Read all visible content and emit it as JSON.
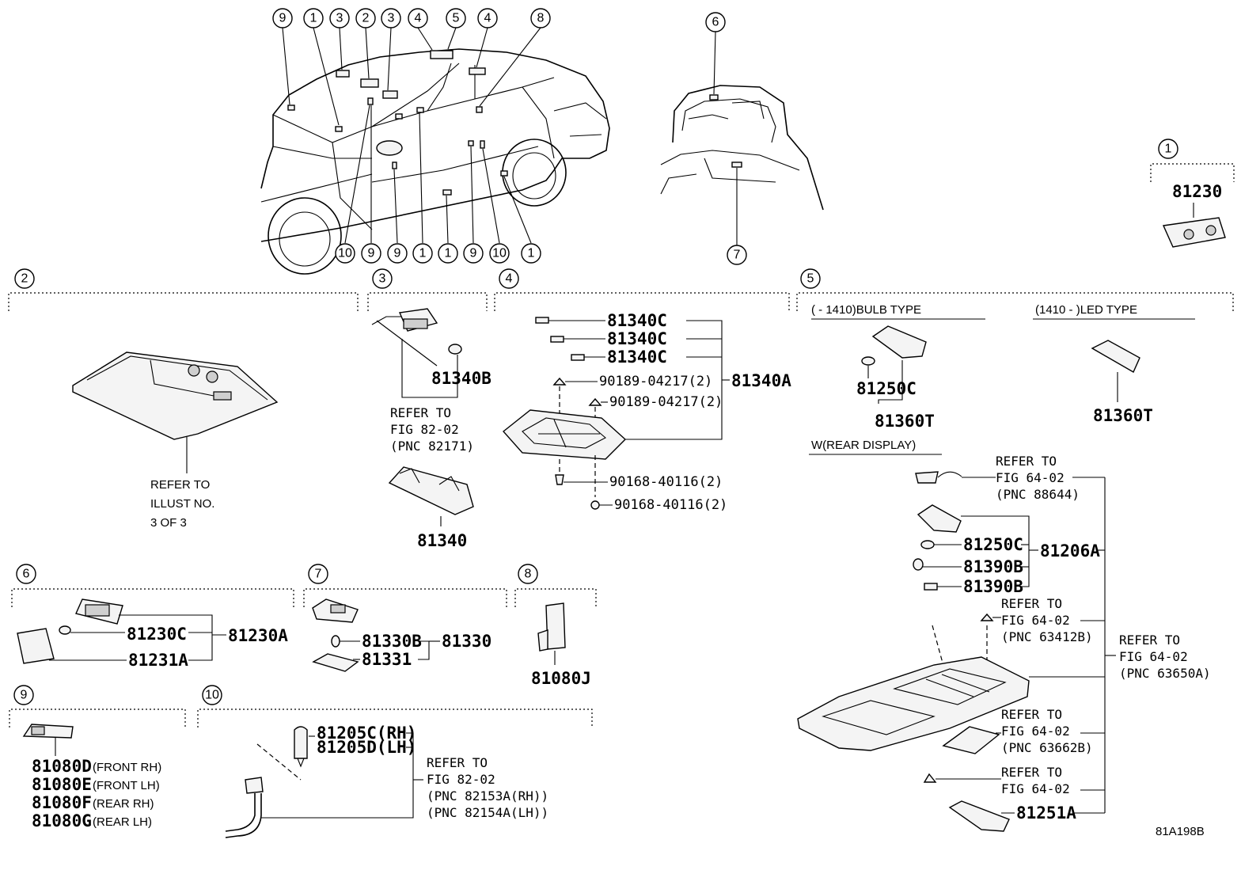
{
  "callouts": {
    "car_top": [
      "9",
      "1",
      "3",
      "2",
      "3",
      "4",
      "5",
      "4",
      "8"
    ],
    "car_bottom": [
      "10",
      "9",
      "9",
      "1",
      "1",
      "9",
      "10",
      "1"
    ],
    "trunk_top": "6",
    "trunk_bottom": "7"
  },
  "sections": {
    "s1": {
      "num": "1",
      "part": "81230"
    },
    "s2": {
      "num": "2",
      "note": [
        "REFER TO",
        "ILLUST NO.",
        "3 OF 3"
      ]
    },
    "s3": {
      "num": "3",
      "bulb": "81340B",
      "note": [
        "REFER TO",
        "FIG 82-02",
        "(PNC 82171)"
      ],
      "part": "81340"
    },
    "s4": {
      "num": "4",
      "c1": "81340C",
      "c2": "81340C",
      "c3": "81340C",
      "s1": "90189-04217(2)",
      "s2": "90189-04217(2)",
      "assy": "81340A",
      "b1": "90168-40116(2)",
      "b2": "90168-40116(2)"
    },
    "s5": {
      "num": "5",
      "bulb_type": "(       - 1410)BULB TYPE",
      "led_type": "(1410 -        )LED TYPE",
      "bulb": "81250C",
      "lamp_bulb": "81360T",
      "lamp_led": "81360T",
      "w_rear": "W(REAR DISPLAY)",
      "ref1": [
        "REFER TO",
        "FIG 64-02",
        "(PNC 88644)"
      ],
      "p1": "81250C",
      "p2": "81390B",
      "p3": "81390B",
      "assy": "81206A",
      "ref2": [
        "REFER TO",
        "FIG 64-02",
        "(PNC 63412B)"
      ],
      "ref3": [
        "REFER TO",
        "FIG 64-02",
        "(PNC 63650A)"
      ],
      "ref4": [
        "REFER TO",
        "FIG 64-02",
        "(PNC 63662B)"
      ],
      "ref5": [
        "REFER TO",
        "FIG 64-02"
      ],
      "p4": "81251A"
    },
    "s6": {
      "num": "6",
      "bulb": "81230C",
      "assy": "81230A",
      "lens": "81231A"
    },
    "s7": {
      "num": "7",
      "bulb": "81330B",
      "assy": "81330",
      "lens": "81331"
    },
    "s8": {
      "num": "8",
      "part": "81080J"
    },
    "s9": {
      "num": "9",
      "rows": [
        {
          "pn": "81080D",
          "desc": "(FRONT RH)"
        },
        {
          "pn": "81080E",
          "desc": "(FRONT LH)"
        },
        {
          "pn": "81080F",
          "desc": "(REAR RH)"
        },
        {
          "pn": "81080G",
          "desc": "(REAR LH)"
        }
      ]
    },
    "s10": {
      "num": "10",
      "rh": "81205C(RH)",
      "lh": "81205D(LH)",
      "ref": [
        "REFER TO",
        "FIG 82-02",
        "(PNC 82153A(RH))",
        "(PNC 82154A(LH))"
      ]
    }
  },
  "figure_id": "81A198B"
}
